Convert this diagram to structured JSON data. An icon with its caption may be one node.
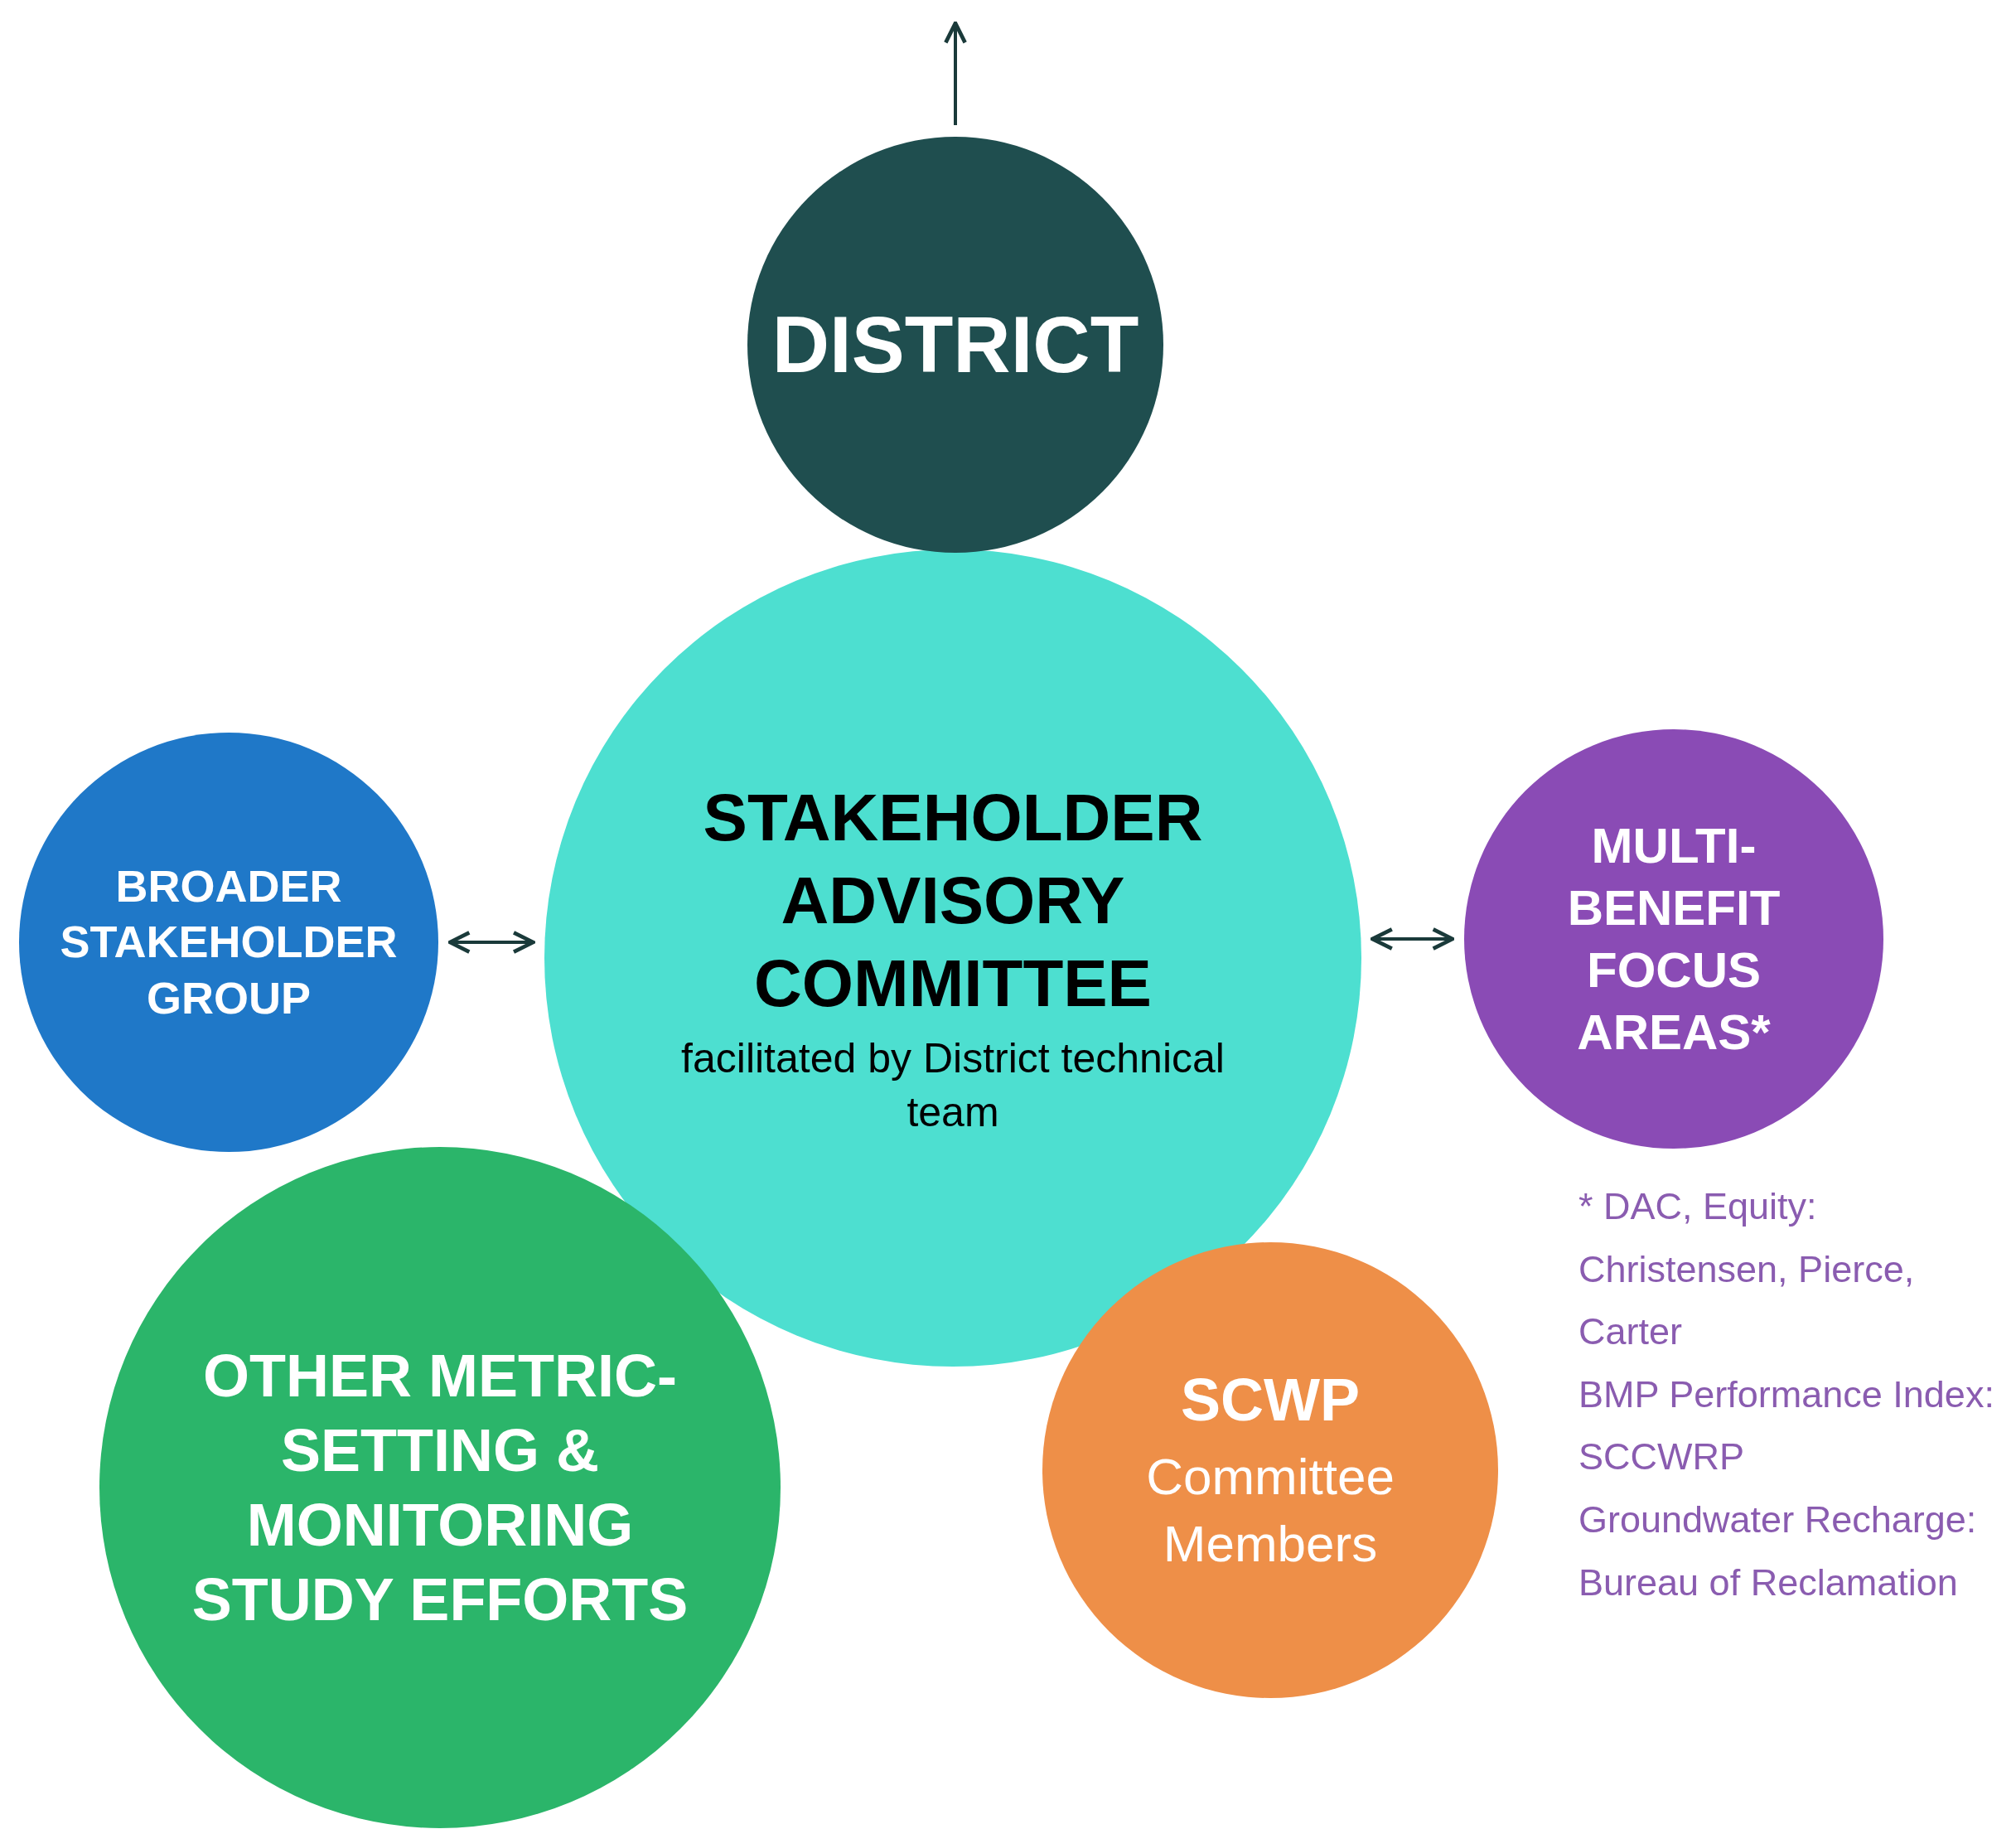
{
  "diagram": {
    "nodes": [
      {
        "text": [
          "DISTRICT"
        ]
      },
      {
        "text": [
          "STAKEHOLDER ADVISORY COMMITTEE",
          "facilitated by District technical team"
        ]
      },
      {
        "text": [
          "BROADER STAKEHOLDER GROUP"
        ]
      },
      {
        "text": [
          "MULTI-BENEFIT FOCUS AREAS*"
        ]
      },
      {
        "text": [
          "OTHER METRIC-SETTING & MONITORING STUDY EFFORTS"
        ]
      },
      {
        "text": [
          "SCWP",
          "Committee Members"
        ]
      }
    ],
    "edges": [
      {
        "from": 0,
        "to": null,
        "arrow": "to"
      },
      {
        "from": 2,
        "to": 1,
        "arrow": "both"
      },
      {
        "from": 1,
        "to": 3,
        "arrow": "both"
      }
    ],
    "labels": [
      "* DAC, Equity: Christensen, Pierce, Carter",
      "BMP Performance Index: SCCWRP",
      "Groundwater Recharge: Bureau of Reclamation"
    ]
  }
}
